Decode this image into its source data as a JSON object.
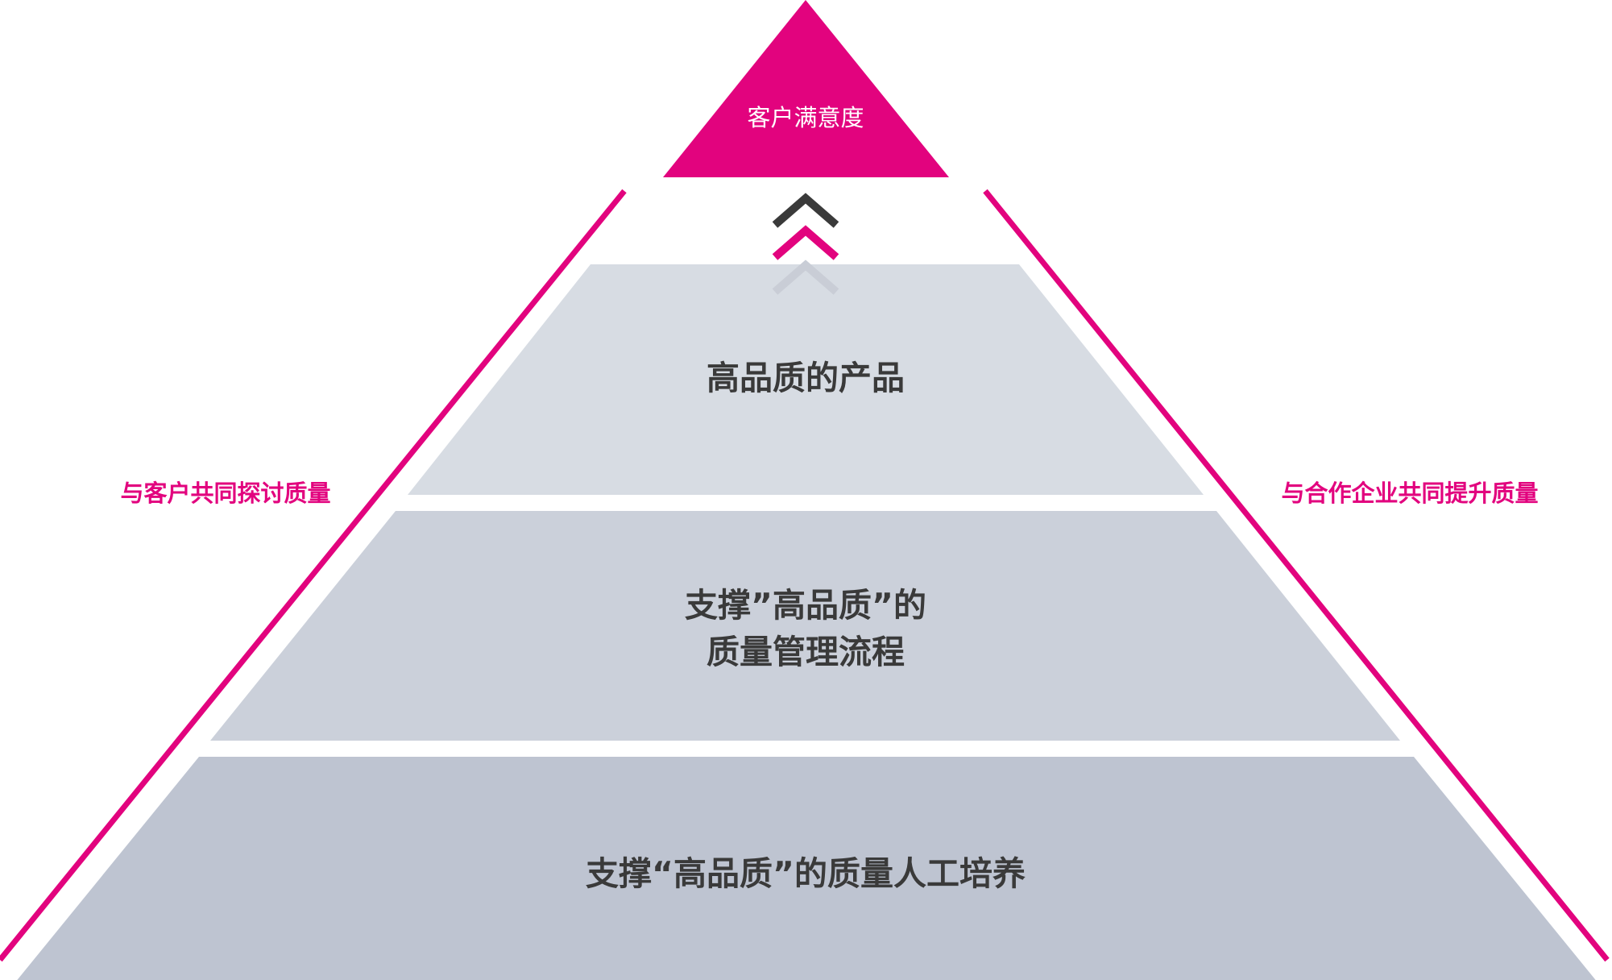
{
  "apex": {
    "label": "客户满意度",
    "color": "#e2037e"
  },
  "tiers": [
    {
      "label": "高品质的产品",
      "color": "#d7dce3"
    },
    {
      "label": "支撑”高品质”的\n质量管理流程",
      "color": "#cbd0da"
    },
    {
      "label": "支撑“高品质”的质量人工培养",
      "color": "#bec4d1"
    }
  ],
  "sides": {
    "left_label": "与客户共同探讨质量",
    "right_label": "与合作企业共同提升质量",
    "line_color": "#e2037e"
  },
  "arrows": {
    "icon": "triple-chevron-up-icon",
    "colors": [
      "#3a3a3a",
      "#e2037e",
      "#c9cdd6"
    ]
  }
}
